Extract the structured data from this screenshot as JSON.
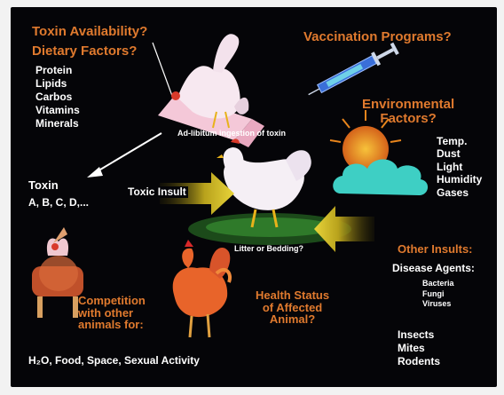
{
  "toxin_availability": "Toxin Availability?",
  "dietary_factors": {
    "title": "Dietary Factors?",
    "items": [
      "Protein",
      "Lipids",
      "Carbos",
      "Vitamins",
      "Minerals"
    ]
  },
  "ad_libitum_caption": "Ad-libitum ingestion of toxin",
  "toxin": {
    "title": "Toxin",
    "types": "A, B, C, D,..."
  },
  "toxic_insult": "Toxic Insult",
  "litter_caption": "Litter or Bedding?",
  "vaccination": "Vaccination Programs?",
  "environmental": {
    "title_line1": "Environmental",
    "title_line2": "Factors?",
    "items": [
      "Temp.",
      "Dust",
      "Light",
      "Humidity",
      "Gases"
    ]
  },
  "other_insults": {
    "title": "Other Insults:",
    "disease_agents": "Disease Agents:",
    "agents": [
      "Bacteria",
      "Fungi",
      "Viruses"
    ],
    "pests": [
      "Insects",
      "Mites",
      "Rodents"
    ]
  },
  "health_status": {
    "line1": "Health Status",
    "line2": "of Affected",
    "line3": "Animal?"
  },
  "competition": {
    "line1": "Competition",
    "line2": "with other",
    "line3": "animals for:",
    "resources": "H₂O, Food, Space, Sexual Activity"
  },
  "colors": {
    "background": "#050508",
    "orange_text": "#e07a2e",
    "white_text": "#ffffff",
    "arrow_yellow": "#d8c22a",
    "cloud": "#3ecfc4",
    "sun": "#e8851c"
  }
}
